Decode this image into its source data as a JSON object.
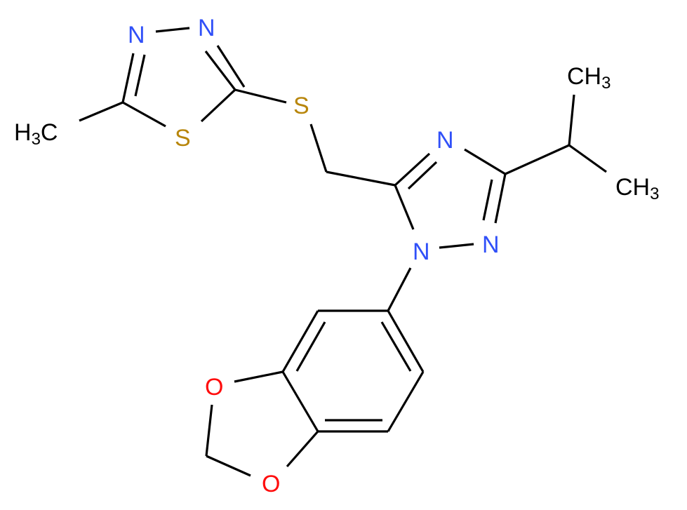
{
  "molecule": {
    "title": "",
    "colors": {
      "carbon": "#000000",
      "nitrogen": "#3050F8",
      "sulfur": "#B8860B",
      "oxygen": "#FF0D0D",
      "background": "#FFFFFF"
    },
    "atoms": {
      "n_thiadiazole_1": "N",
      "n_thiadiazole_2": "N",
      "s_thiadiazole": "S",
      "s_linker": "S",
      "methyl_left_H": "H",
      "methyl_left_sub": "3",
      "methyl_left_C": "C",
      "n_triazole_4": "N",
      "n_triazole_2": "N",
      "n_triazole_1": "N",
      "ch3_top_C": "CH",
      "ch3_top_sub": "3",
      "ch3_bottom_C": "CH",
      "ch3_bottom_sub": "3",
      "o_dioxole_1": "O",
      "o_dioxole_2": "O"
    }
  }
}
